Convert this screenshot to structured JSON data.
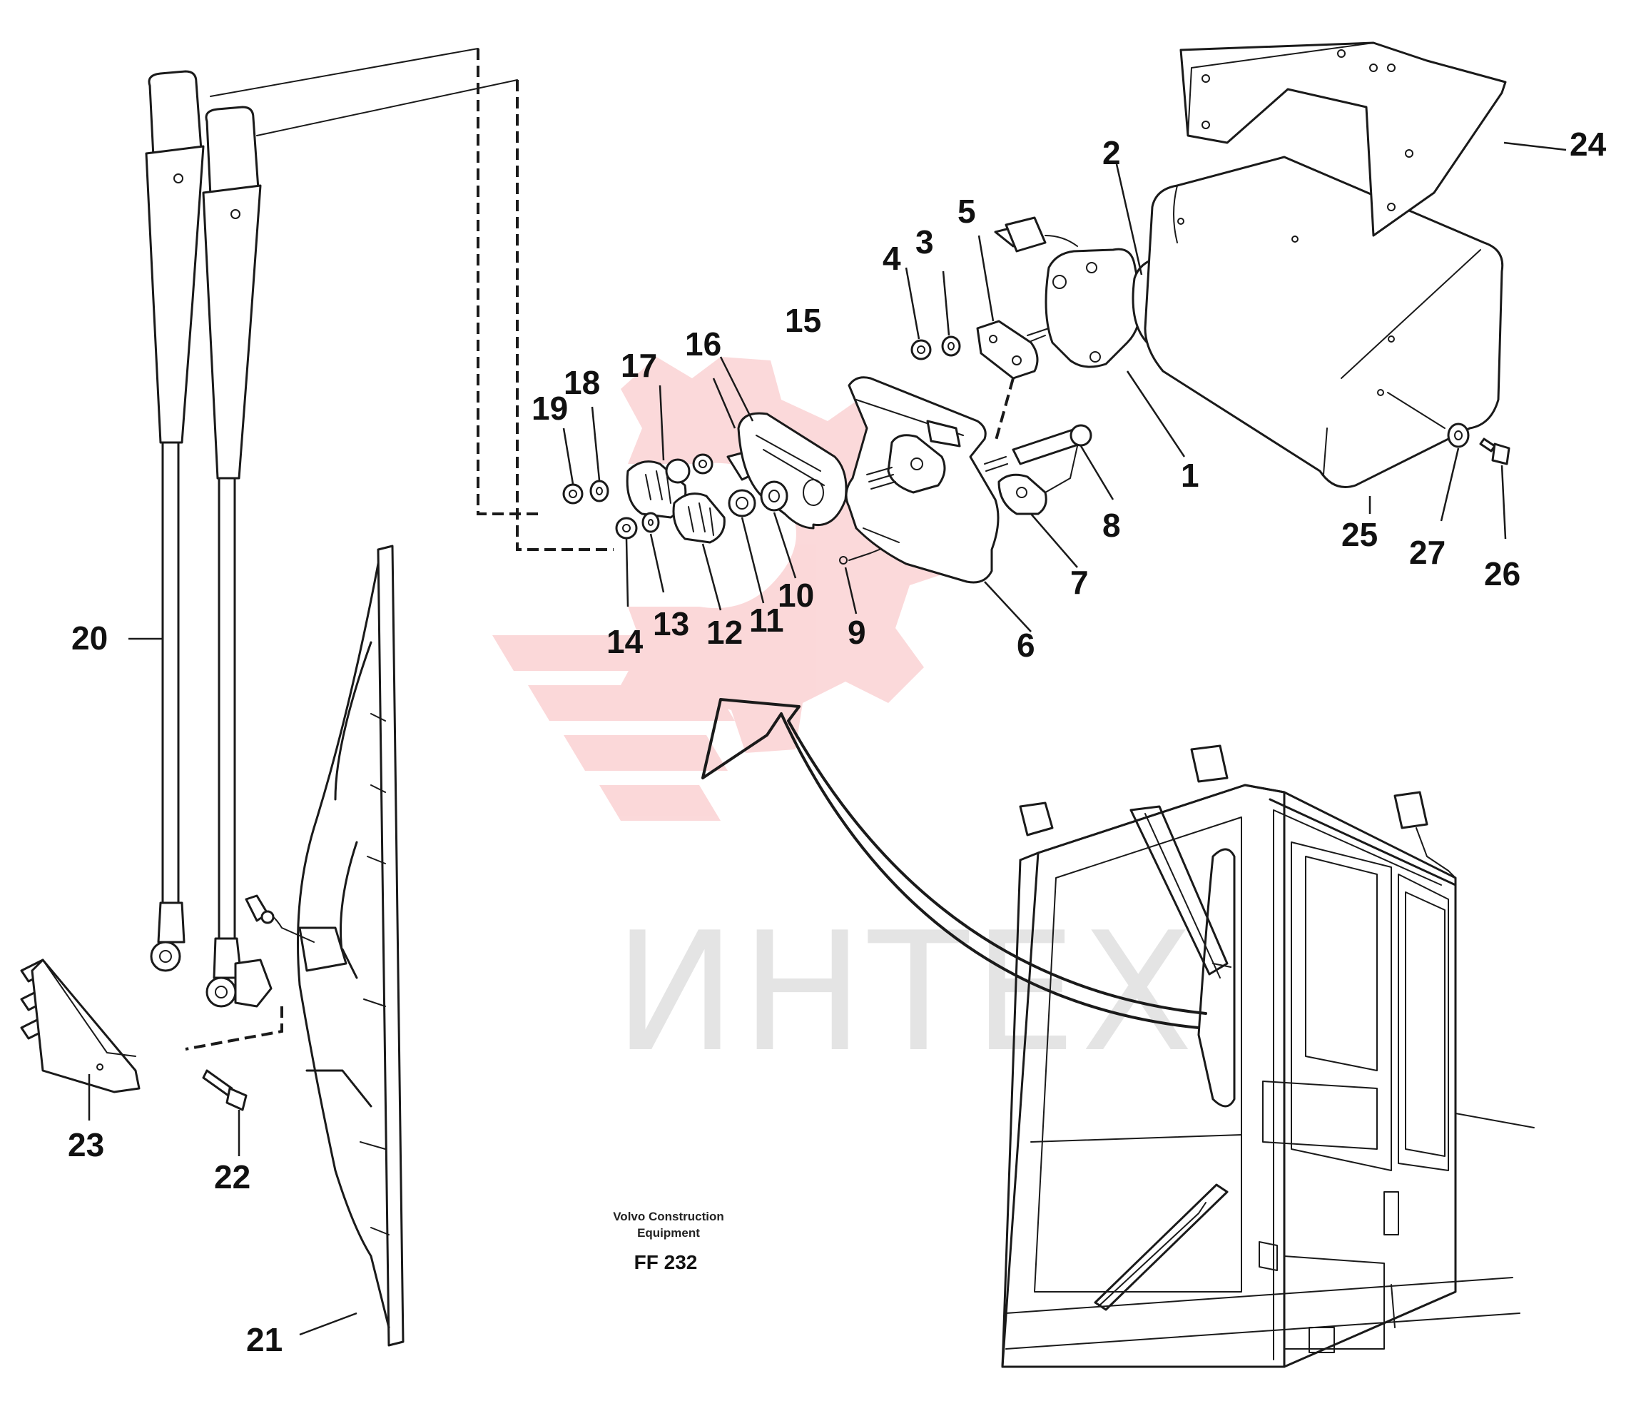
{
  "watermark": {
    "text": "ИНТЕХ",
    "color": "#e8141b",
    "text_color": "#8a8a8a"
  },
  "credit": {
    "line1": "Volvo Construction",
    "line2": "Equipment",
    "code": "FF 232"
  },
  "callouts": {
    "c1": "1",
    "c2": "2",
    "c3": "3",
    "c4": "4",
    "c5": "5",
    "c6": "6",
    "c7": "7",
    "c8": "8",
    "c9": "9",
    "c10": "10",
    "c11": "11",
    "c12": "12",
    "c13": "13",
    "c14": "14",
    "c15": "15",
    "c16": "16",
    "c17": "17",
    "c18": "18",
    "c19": "19",
    "c20": "20",
    "c21": "21",
    "c22": "22",
    "c23": "23",
    "c24": "24",
    "c25": "25",
    "c26": "26",
    "c27": "27"
  }
}
